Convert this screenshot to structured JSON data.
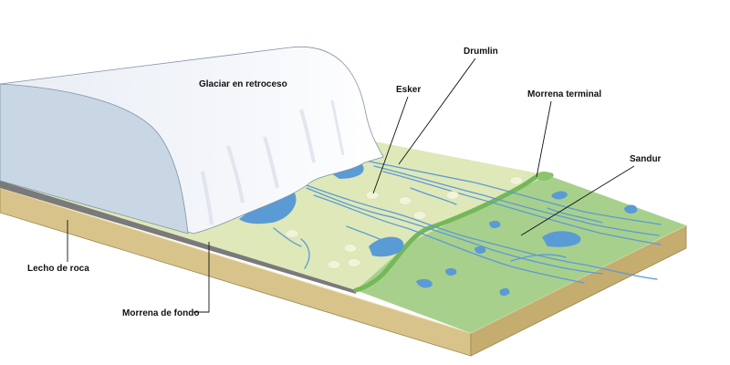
{
  "diagram": {
    "labels": {
      "glacier": "Glaciar en retroceso",
      "esker": "Esker",
      "drumlin": "Drumlin",
      "terminal_moraine": "Morrena terminal",
      "sandur": "Sandur",
      "bedrock": "Lecho de roca",
      "ground_moraine": "Morrena de fondo"
    },
    "colors": {
      "bedrock": "#d8c48a",
      "bedrock_dark": "#b89e5e",
      "ground_moraine": "#7a7a7a",
      "ice": "#eef2f7",
      "ice_face": "#c9d6e3",
      "till_plain": "#dfe8b8",
      "outwash_plain": "#a8d08d",
      "moraine_ridge": "#74b857",
      "water": "#5b9bd5"
    }
  }
}
